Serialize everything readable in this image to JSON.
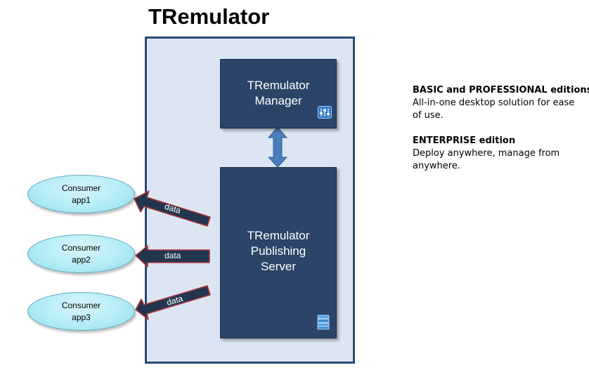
{
  "title": "TRemulator",
  "manager": {
    "label": "TRemulator\nManager",
    "icon": "settings-sliders-icon"
  },
  "publisher": {
    "label": "TRemulator\nPublishing\nServer",
    "icon": "database-icon"
  },
  "consumers": [
    {
      "label": "Consumer\napp1",
      "flow_label": "data"
    },
    {
      "label": "Consumer\napp2",
      "flow_label": "data"
    },
    {
      "label": "Consumer\napp3",
      "flow_label": "data"
    }
  ],
  "editions": [
    {
      "heading": "BASIC and PROFESSIONAL editions",
      "description": "All-in-one desktop solution for ease of use."
    },
    {
      "heading": "ENTERPRISE edition",
      "description": "Deploy anywhere, manage from anywhere."
    }
  ],
  "colors": {
    "box_fill": "#2b4468",
    "container_fill": "#dce6f2",
    "container_border": "#2c4a70",
    "consumer_fill": "#b0ebf5",
    "connector": "#4a7ebb"
  }
}
